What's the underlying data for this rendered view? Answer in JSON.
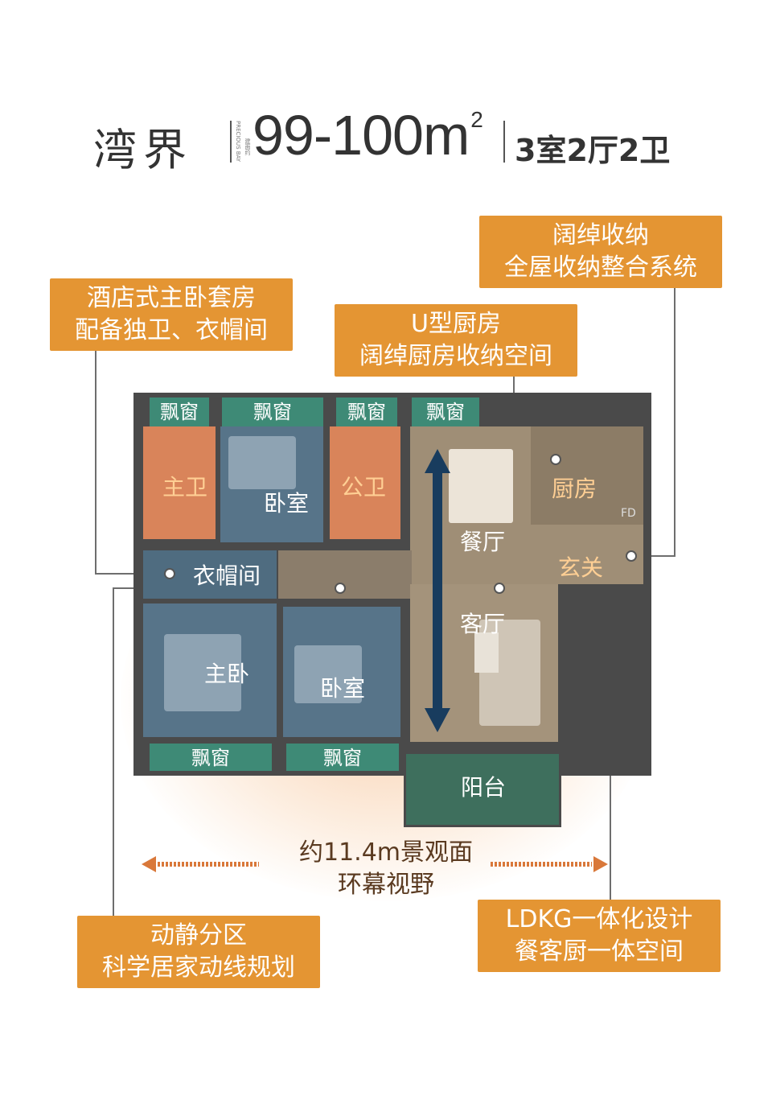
{
  "header": {
    "project_name": "湾界",
    "tiny_label_en": "PRECIOUS BAY",
    "tiny_label_cn": "建面约",
    "area": "99-100m",
    "area_sup": "2",
    "layout": "3室2厅2卫"
  },
  "callouts": {
    "master_suite": [
      "酒店式主卧套房",
      "配备独卫、衣帽间"
    ],
    "kitchen": [
      "U型厨房",
      "阔绰厨房收纳空间"
    ],
    "storage": [
      "阔绰收纳",
      "全屋收纳整合系统"
    ],
    "zoning": [
      "动静分区",
      "科学居家动线规划"
    ],
    "ldkg": [
      "LDKG一体化设计",
      "餐客厨一体空间"
    ]
  },
  "rooms": {
    "master_bath": "主卫",
    "bedroom_top": "卧室",
    "public_bath": "公卫",
    "dining": "餐厅",
    "kitchen": "厨房",
    "entrance": "玄关",
    "closet": "衣帽间",
    "living": "客厅",
    "master_bedroom": "主卧",
    "bedroom_bottom": "卧室",
    "balcony": "阳台",
    "bay_window": "飘窗",
    "fridge": "FD"
  },
  "view": {
    "line1": "约11.4m景观面",
    "line2": "环幕视野"
  },
  "colors": {
    "accent": "#e49533",
    "window": "#3e8a76",
    "arrow": "#183c5e"
  }
}
